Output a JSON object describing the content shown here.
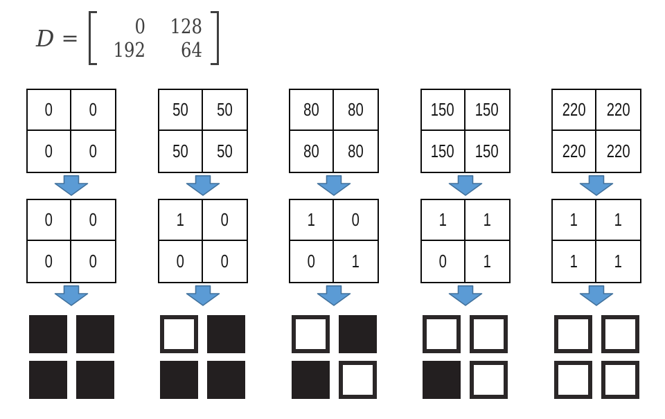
{
  "figure": {
    "matrix": {
      "label": "D",
      "equals": "=",
      "rows": [
        [
          "0",
          "128"
        ],
        [
          "192",
          "64"
        ]
      ]
    },
    "columns": [
      {
        "input": [
          [
            "0",
            "0"
          ],
          [
            "0",
            "0"
          ]
        ],
        "output": [
          [
            "0",
            "0"
          ],
          [
            "0",
            "0"
          ]
        ],
        "pixels": [
          [
            "black",
            "black"
          ],
          [
            "black",
            "black"
          ]
        ]
      },
      {
        "input": [
          [
            "50",
            "50"
          ],
          [
            "50",
            "50"
          ]
        ],
        "output": [
          [
            "1",
            "0"
          ],
          [
            "0",
            "0"
          ]
        ],
        "pixels": [
          [
            "white",
            "black"
          ],
          [
            "black",
            "black"
          ]
        ]
      },
      {
        "input": [
          [
            "80",
            "80"
          ],
          [
            "80",
            "80"
          ]
        ],
        "output": [
          [
            "1",
            "0"
          ],
          [
            "0",
            "1"
          ]
        ],
        "pixels": [
          [
            "white",
            "black"
          ],
          [
            "black",
            "white"
          ]
        ]
      },
      {
        "input": [
          [
            "150",
            "150"
          ],
          [
            "150",
            "150"
          ]
        ],
        "output": [
          [
            "1",
            "1"
          ],
          [
            "0",
            "1"
          ]
        ],
        "pixels": [
          [
            "white",
            "white"
          ],
          [
            "black",
            "white"
          ]
        ]
      },
      {
        "input": [
          [
            "220",
            "220"
          ],
          [
            "220",
            "220"
          ]
        ],
        "output": [
          [
            "1",
            "1"
          ],
          [
            "1",
            "1"
          ]
        ],
        "pixels": [
          [
            "white",
            "white"
          ],
          [
            "white",
            "white"
          ]
        ]
      }
    ],
    "icons": {
      "arrow": "down-block-arrow-icon"
    },
    "colors": {
      "arrow_fill": "#5b9bd5",
      "arrow_stroke": "#41719c",
      "pixel_black": "#231f20",
      "pixel_border": "#2b2728",
      "grid_border": "#0a0a0a",
      "background": "#ffffff"
    }
  }
}
